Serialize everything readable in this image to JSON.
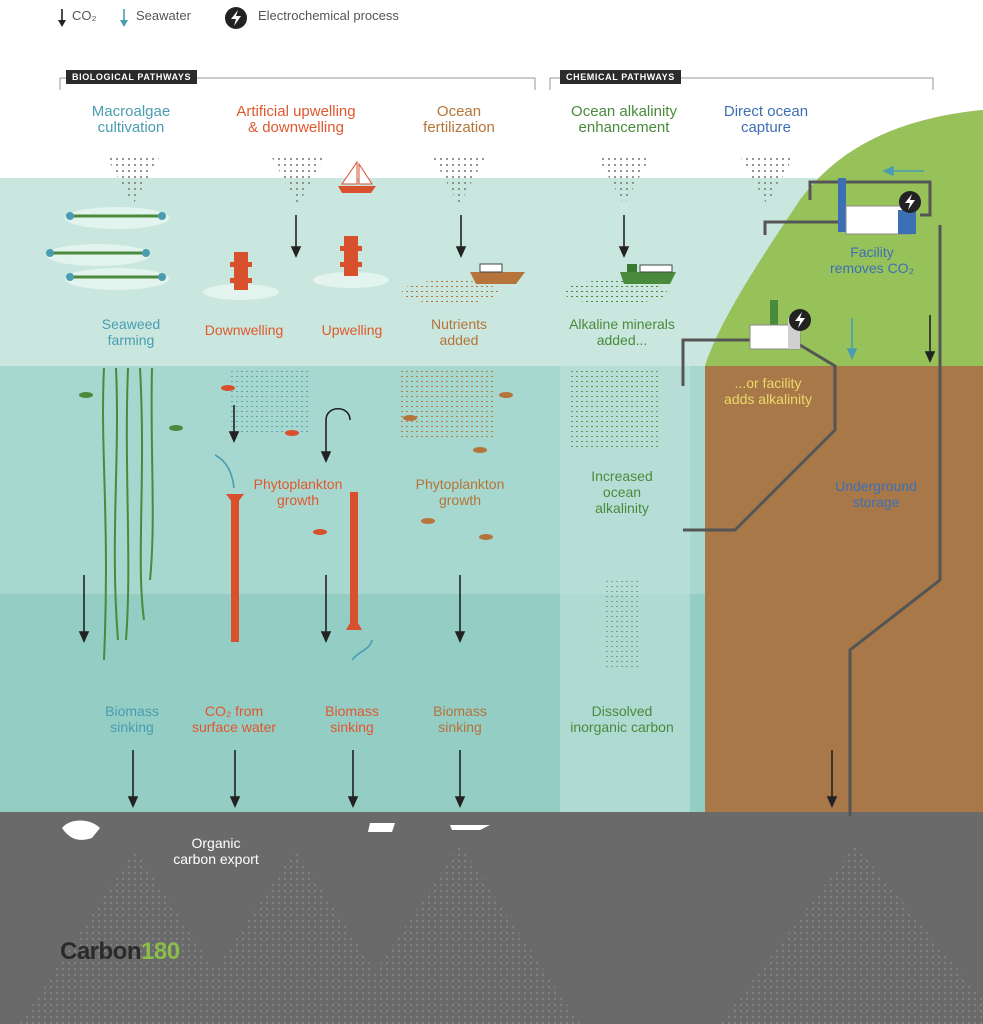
{
  "legend": {
    "co2": "CO₂",
    "seawater": "Seawater",
    "electrochemical": "Electrochemical process"
  },
  "sections": {
    "biological": "BIOLOGICAL PATHWAYS",
    "chemical": "CHEMICAL PATHWAYS"
  },
  "pathways": {
    "macroalgae": "Macroalgae\ncultivation",
    "upwelling": "Artificial upwelling\n& downwelling",
    "fertilization": "Ocean\nfertilization",
    "alkalinity": "Ocean alkalinity\nenhancement",
    "direct_capture": "Direct ocean\ncapture"
  },
  "labels": {
    "seaweed_farming": "Seaweed\nfarming",
    "downwelling": "Downwelling",
    "upwelling": "Upwelling",
    "nutrients_added": "Nutrients\nadded",
    "alkaline_minerals": "Alkaline minerals\nadded...",
    "facility_removes": "Facility\nremoves CO₂",
    "facility_adds": "...or facility\nadds alkalinity",
    "phyto_growth_1": "Phytoplankton\ngrowth",
    "phyto_growth_2": "Phytoplankton\ngrowth",
    "increased_alkalinity": "Increased\nocean\nalkalinity",
    "underground_storage": "Underground\nstorage",
    "biomass_sinking_1": "Biomass\nsinking",
    "co2_surface": "CO₂ from\nsurface water",
    "biomass_sinking_2": "Biomass\nsinking",
    "biomass_sinking_3": "Biomass\nsinking",
    "dissolved_carbon": "Dissolved\ninorganic carbon",
    "organic_export": "Organic\ncarbon export"
  },
  "brand": {
    "name": "Carbon",
    "number": "180"
  },
  "colors": {
    "teal": "#4a9db0",
    "orange": "#e0582e",
    "brown_text": "#b5743a",
    "green": "#4a8a3c",
    "blue": "#3d6fb5",
    "yellow": "#e9d96a",
    "white": "#ffffff",
    "dark": "#333333",
    "brand_green": "#8bbd4c"
  }
}
